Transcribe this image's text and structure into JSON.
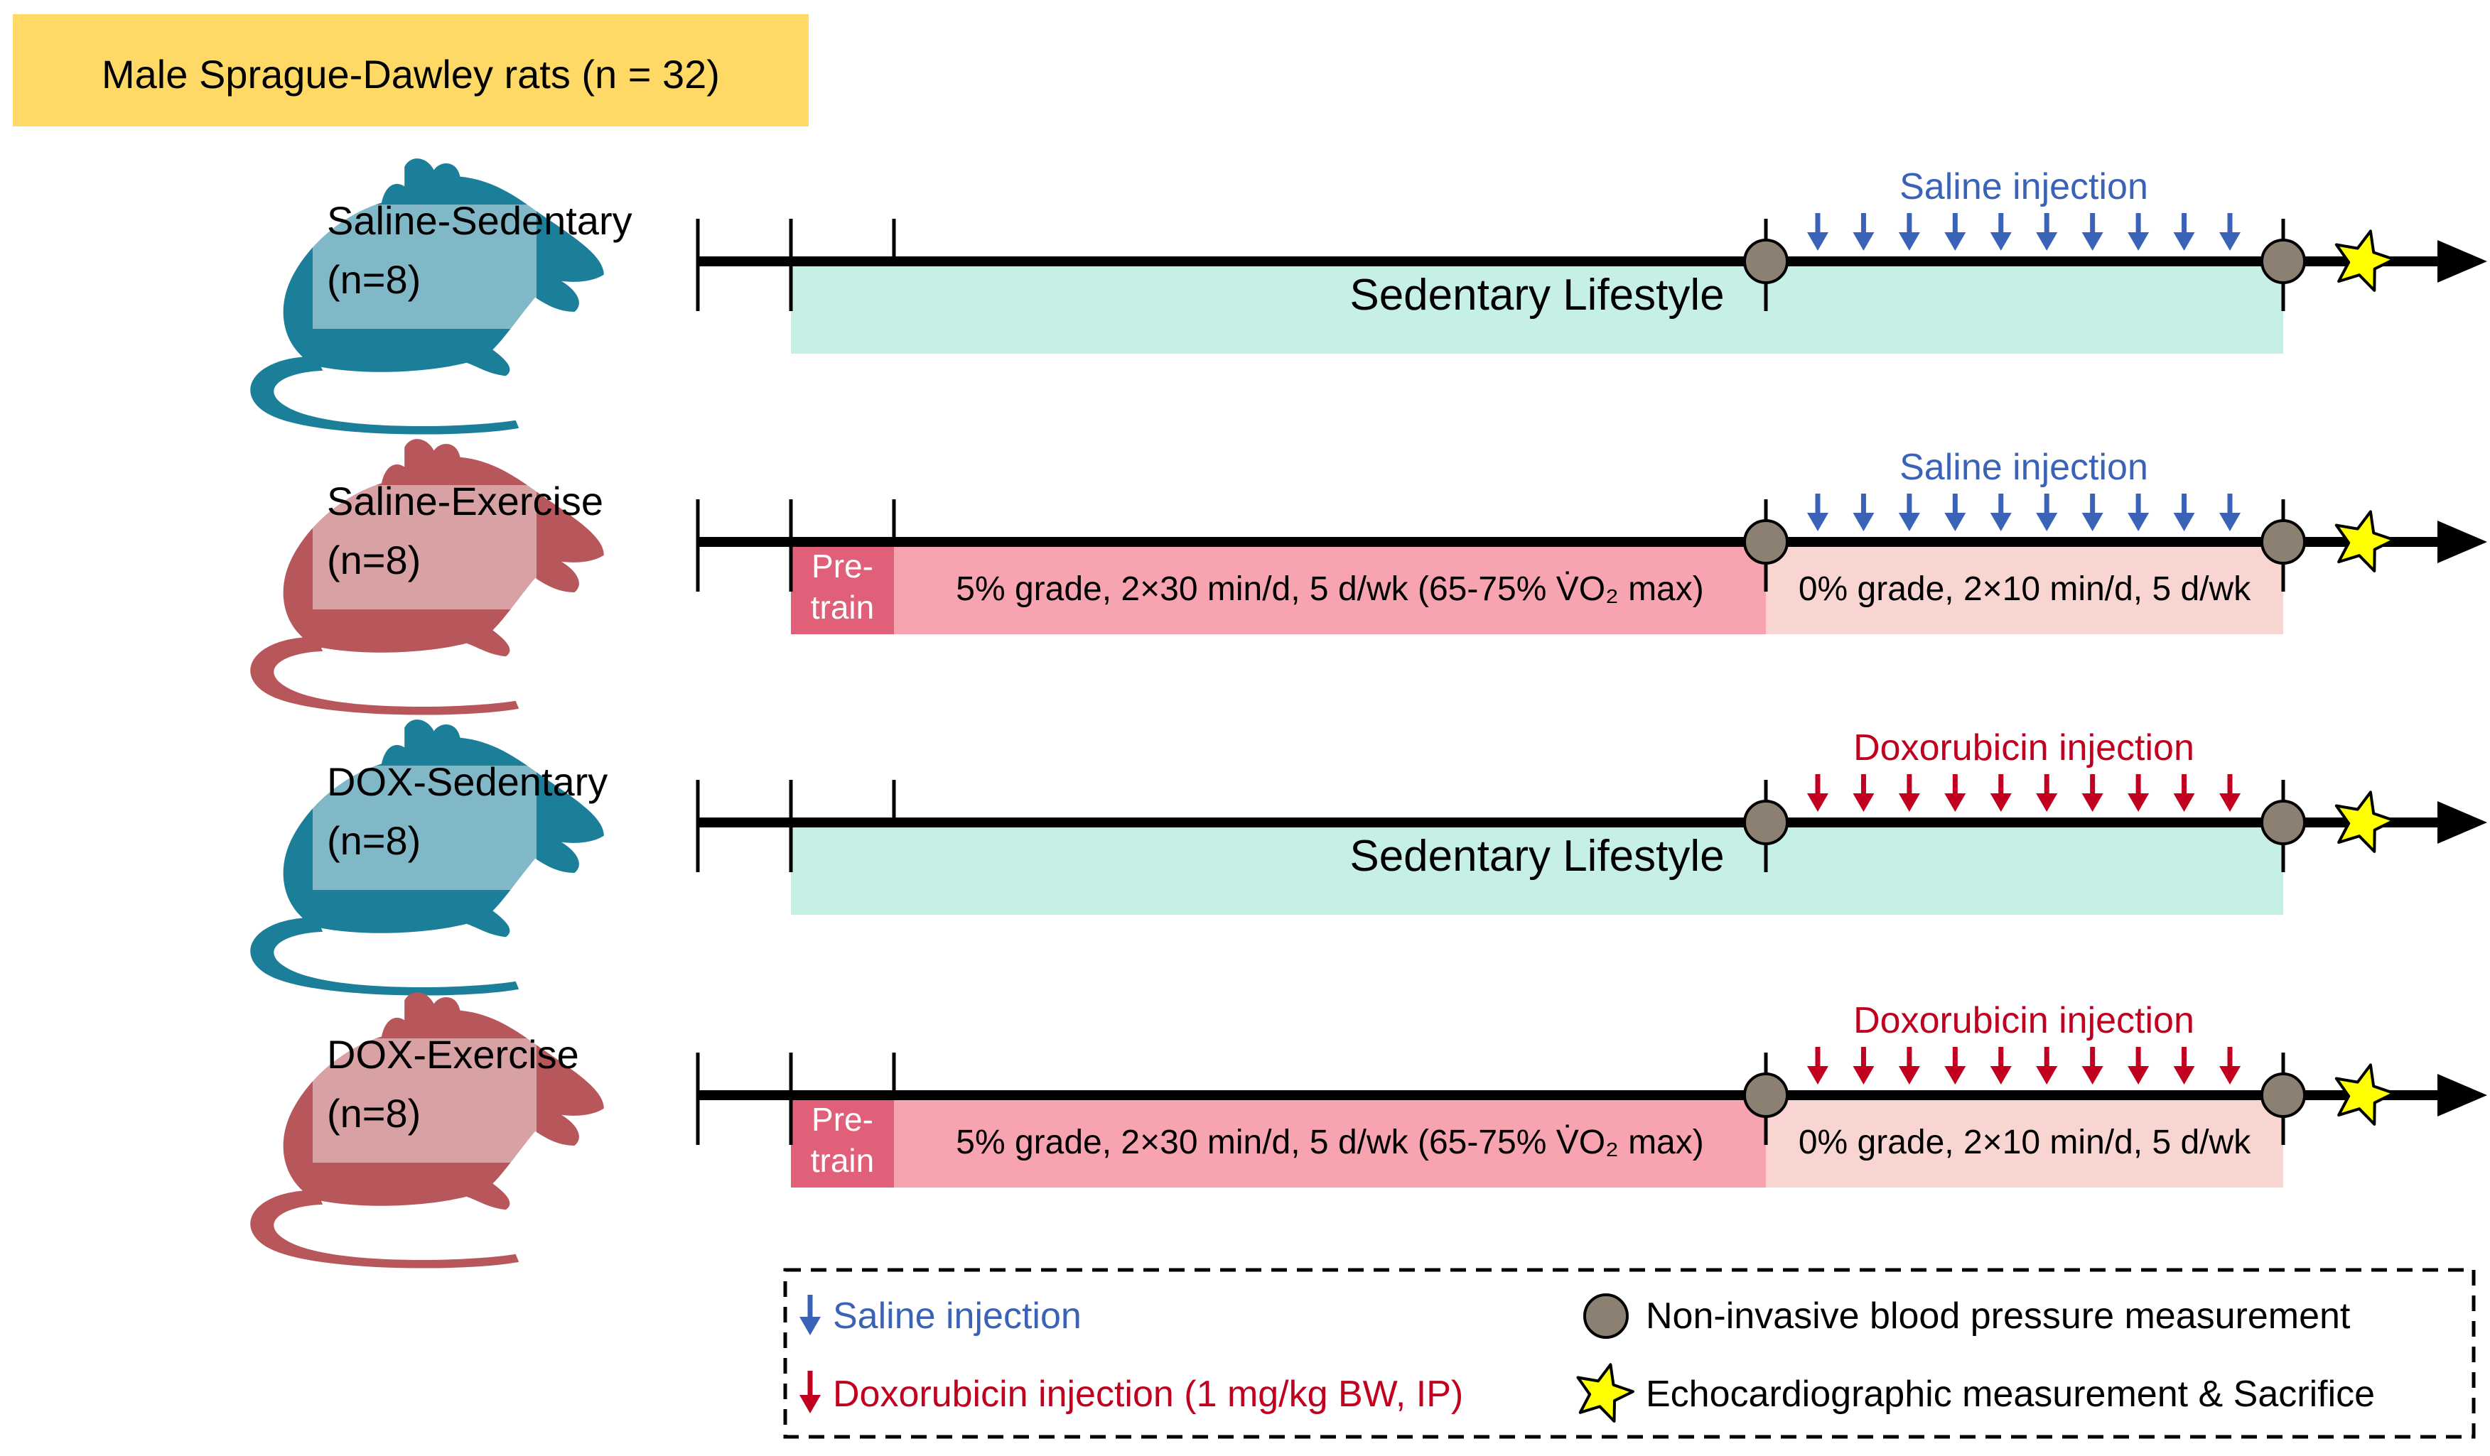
{
  "header": {
    "title": "Male Sprague-Dawley rats (n = 32)",
    "background_color": "#FFD966"
  },
  "colors": {
    "sedentary_rat": "#1B7F99",
    "exercise_rat": "#B8575B",
    "sedentary_band": "#C6F0E6",
    "pretrain_band": "#E0607A",
    "training_band": "#F7A3B0",
    "maintenance_band": "#F8D5D0",
    "saline_arrow": "#3A63B8",
    "dox_arrow": "#C0001E",
    "bp_marker": "#8C8073",
    "echo_star": "#FFFF00"
  },
  "groups": [
    {
      "name": "Saline-Sedentary",
      "n": "(n=8)",
      "rat_color": "sedentary",
      "injection_label": "Saline injection",
      "injection_type": "saline",
      "segments": [
        {
          "kind": "sedentary",
          "label": "Sedentary Lifestyle"
        }
      ]
    },
    {
      "name": "Saline-Exercise",
      "n": "(n=8)",
      "rat_color": "exercise",
      "injection_label": "Saline injection",
      "injection_type": "saline",
      "segments": [
        {
          "kind": "pretrain",
          "label_line1": "Pre-",
          "label_line2": "train"
        },
        {
          "kind": "training",
          "label": "5% grade, 2×30 min/d, 5 d/wk (65-75% V̇O₂ max)"
        },
        {
          "kind": "maintenance",
          "label": "0% grade, 2×10 min/d, 5 d/wk"
        }
      ]
    },
    {
      "name": "DOX-Sedentary",
      "n": "(n=8)",
      "rat_color": "sedentary",
      "injection_label": "Doxorubicin injection",
      "injection_type": "dox",
      "segments": [
        {
          "kind": "sedentary",
          "label": "Sedentary Lifestyle"
        }
      ]
    },
    {
      "name": "DOX-Exercise",
      "n": "(n=8)",
      "rat_color": "exercise",
      "injection_label": "Doxorubicin injection",
      "injection_type": "dox",
      "segments": [
        {
          "kind": "pretrain",
          "label_line1": "Pre-",
          "label_line2": "train"
        },
        {
          "kind": "training",
          "label": "5% grade, 2×30 min/d, 5 d/wk (65-75% V̇O₂ max)"
        },
        {
          "kind": "maintenance",
          "label": "0% grade, 2×10 min/d, 5 d/wk"
        }
      ]
    }
  ],
  "injection_count": 10,
  "legend": {
    "saline": "Saline injection",
    "dox": "Doxorubicin injection (1 mg/kg BW, IP)",
    "bp": "Non-invasive blood pressure measurement",
    "echo": "Echocardiographic measurement & Sacrifice"
  }
}
